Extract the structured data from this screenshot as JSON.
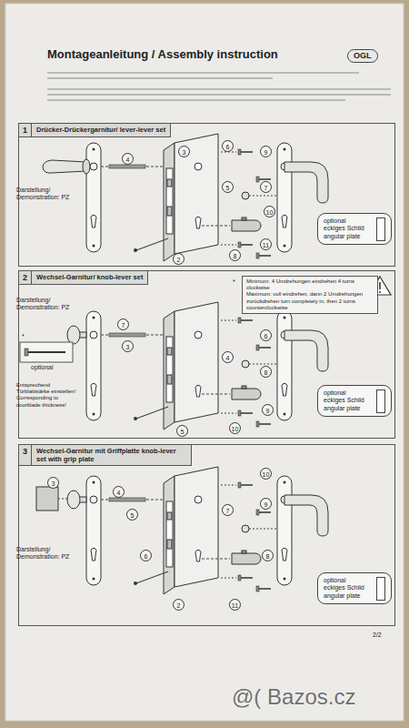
{
  "diagram": {
    "title": "Montageanleitung / Assembly instruction",
    "nodes": [
      {
        "text": [
          "1",
          "Drücker-Drückergarnitur/ lever-lever set"
        ]
      },
      {
        "text": [
          "optional eckiges Schild angular plate"
        ],
        "in": 0
      },
      {
        "text": [
          "2",
          "Wechsel-Garnitur/ knob-lever set"
        ]
      },
      {
        "text": [
          "Minimum: 4 Umdrehungen eindrehen 4 turns clockwise",
          "Maximum: voll eindrehen, dann 2 Umdrehungen zurückdrehen turn completely in, then 2 turns counterclockwise"
        ],
        "in": 2
      },
      {
        "text": [
          "optional eckiges Schild angular plate"
        ],
        "in": 2
      },
      {
        "text": [
          "3",
          "Wechsel-Garnitur mit Griffplatte knob-lever set with grip plate"
        ]
      },
      {
        "text": [
          "optional eckiges Schild angular plate"
        ],
        "in": 5
      }
    ],
    "labels": [
      "OGL",
      "Darstellung/ Demonstration: PZ",
      "Darstellung/ Demonstration: PZ",
      "optional",
      "*",
      "Entsprechend Türblattstärke einstellen! Corresponding to doorblade thickness!",
      "*",
      "Darstellung/ Demonstration: PZ",
      "4",
      "3",
      "2",
      "6",
      "5",
      "9",
      "7",
      "10",
      "8",
      "11",
      "7",
      "3",
      "4",
      "5",
      "6",
      "8",
      "9",
      "10",
      "3",
      "4",
      "5",
      "6",
      "2",
      "10",
      "7",
      "9",
      "8",
      "11",
      "2/2",
      "@( Bazos.cz"
    ]
  }
}
